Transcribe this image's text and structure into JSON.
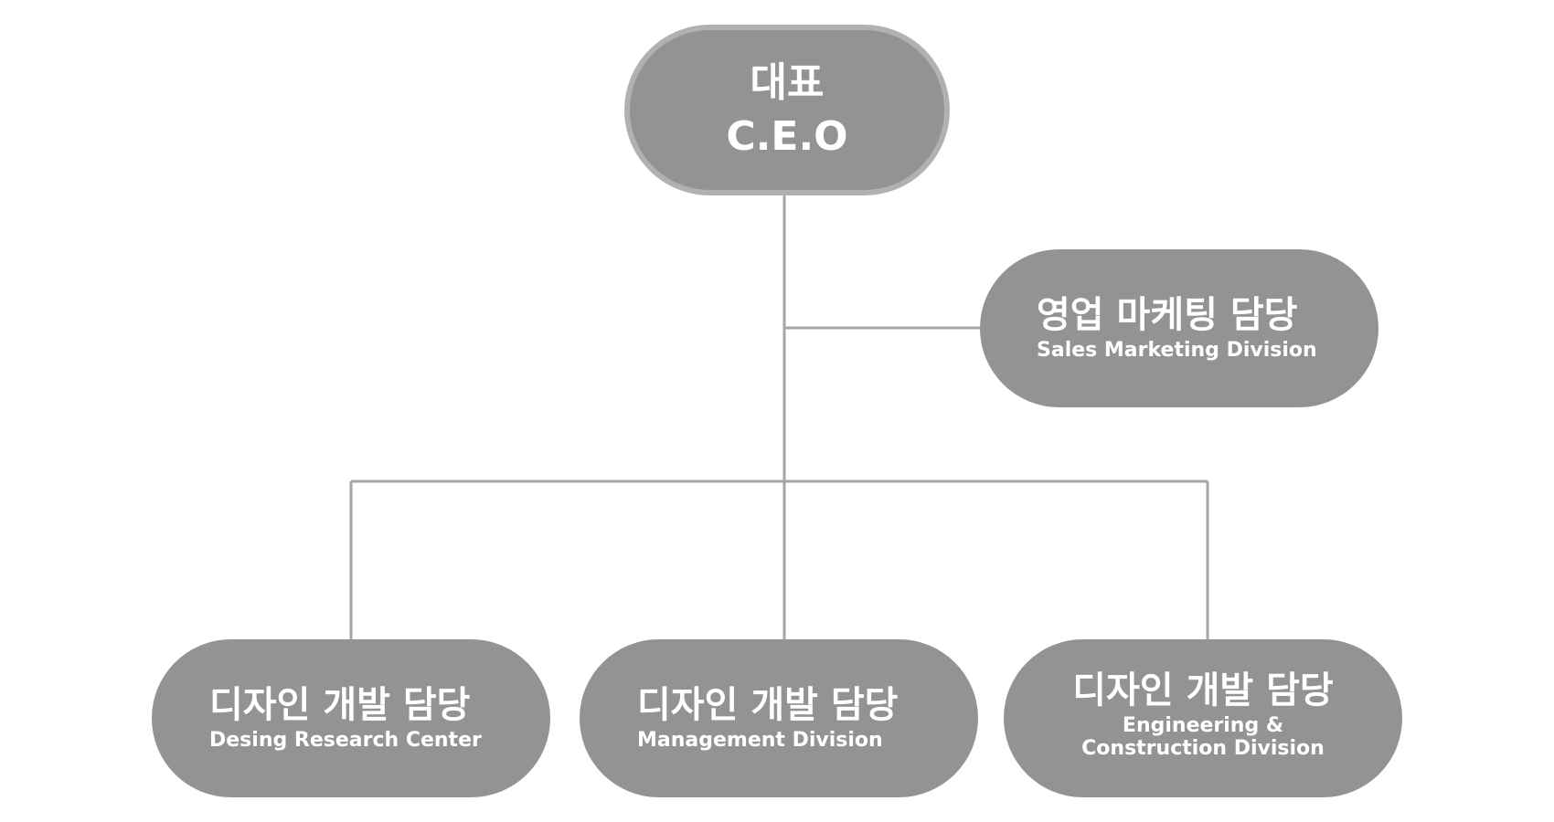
{
  "ceo": {
    "title_ko": "대표",
    "title_en": "C.E.O"
  },
  "sales": {
    "title_ko": "영업 마케팅 담당",
    "title_en": "Sales Marketing Division"
  },
  "design": {
    "title_ko": "디자인 개발 담당",
    "title_en": "Desing Research Center"
  },
  "management": {
    "title_ko": "디자인 개발 담당",
    "title_en": "Management Division"
  },
  "engineering": {
    "title_ko": "디자인 개발 담당",
    "title_en": "Engineering & Construction Division"
  },
  "colors": {
    "node_fill": "#939393",
    "ceo_border": "#b1b1b1",
    "connector": "#a6a6a6",
    "text": "#ffffff",
    "background": "#ffffff"
  }
}
